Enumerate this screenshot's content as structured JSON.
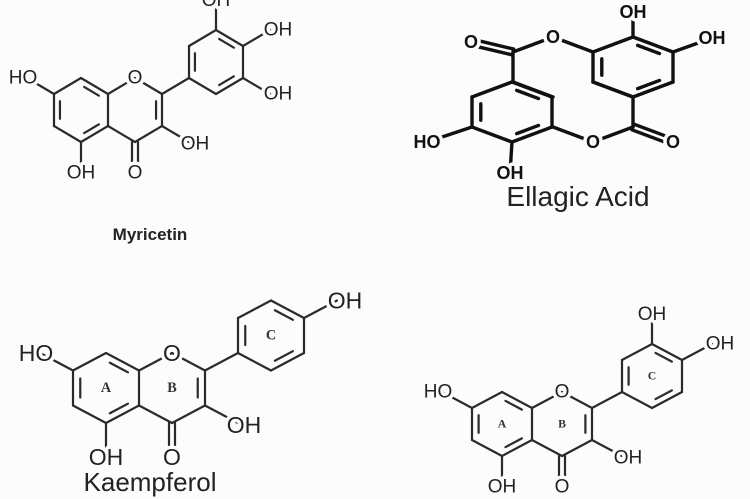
{
  "atom_labels": {
    "hydroxyl": "OH",
    "hydroxyl_left": "HO",
    "oxygen": "O"
  },
  "ring_labels": {
    "a": "A",
    "b": "B",
    "c": "C"
  },
  "molecules": {
    "myricetin": {
      "name": "Myricetin"
    },
    "ellagic_acid": {
      "name": "Ellagic Acid"
    },
    "kaempferol": {
      "name": "Kaempferol"
    },
    "quercetin": {
      "name": ""
    }
  }
}
